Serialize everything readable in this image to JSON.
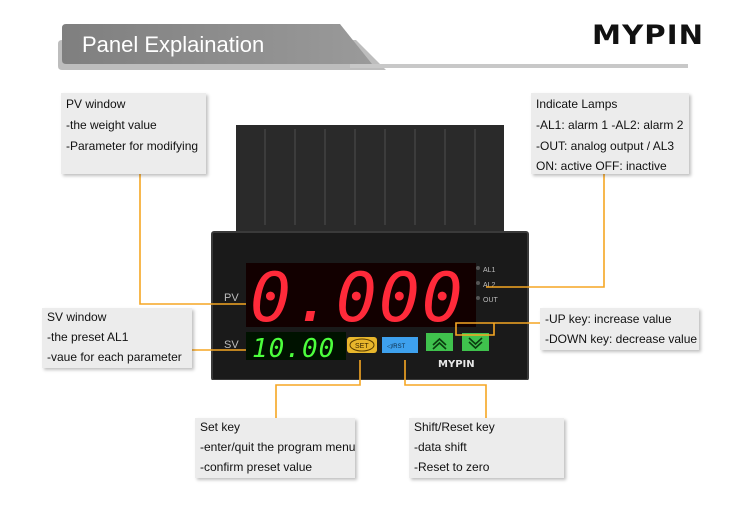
{
  "header": {
    "title": "Panel Explaination",
    "brand": "MYPIN",
    "colors": {
      "band": "#8a8a8a",
      "band_light": "#b9b9b9",
      "rule": "#c8c8c8"
    }
  },
  "callouts": {
    "pv_window": {
      "title": "PV window",
      "lines": [
        "-the weight value",
        "-Parameter for modifying"
      ]
    },
    "indicate_lamps": {
      "title": "Indicate Lamps",
      "lines": [
        "-AL1: alarm 1  -AL2: alarm 2",
        "-OUT: analog output / AL3",
        "ON: active    OFF: inactive"
      ]
    },
    "sv_window": {
      "title": "SV window",
      "lines": [
        "-the preset AL1",
        "-vaue for each parameter"
      ]
    },
    "up_down_keys": {
      "lines": [
        "-UP key: increase value",
        "-DOWN key: decrease value"
      ]
    },
    "set_key": {
      "title": "Set  key",
      "lines": [
        "-enter/quit the program menu",
        "-confirm preset value"
      ]
    },
    "shift_reset_key": {
      "title": "Shift/Reset key",
      "lines": [
        "-data shift",
        "-Reset to zero"
      ]
    }
  },
  "meter": {
    "pv_label": "PV",
    "sv_label": "SV",
    "pv_value": "0.000",
    "sv_value": "10.00",
    "lamps": [
      "AL1",
      "AL2",
      "OUT"
    ],
    "keys": {
      "set": "SET",
      "shift": "◁/RST",
      "up": "up-chevron-icon",
      "down": "down-chevron-icon"
    },
    "brand": "MYPIN",
    "colors": {
      "pv_digits": "#ff2a3a",
      "sv_digits": "#4cff3c",
      "connector": "#f5a623",
      "set_key": "#f2c94c",
      "shift_key": "#3ea1ee",
      "arrow_key": "#3fc24d"
    }
  }
}
